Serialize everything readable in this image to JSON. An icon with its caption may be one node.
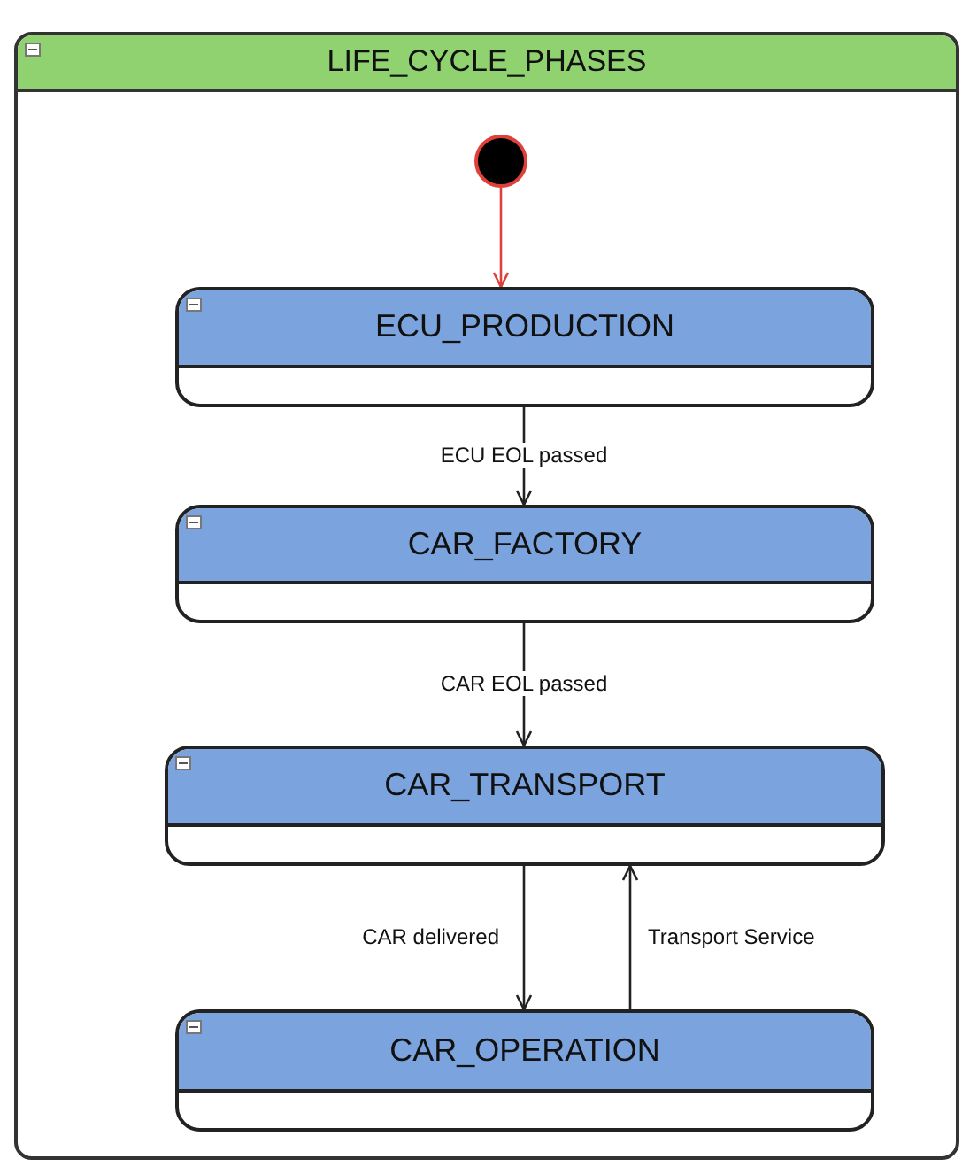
{
  "diagram": {
    "nodes": [
      {
        "text": [
          "LIFE_CYCLE_PHASES"
        ]
      },
      {
        "text": [],
        "shape": "circle",
        "in": 0
      },
      {
        "text": [
          "ECU_PRODUCTION"
        ],
        "in": 0
      },
      {
        "text": [
          "CAR_FACTORY"
        ],
        "in": 0
      },
      {
        "text": [
          "CAR_TRANSPORT"
        ],
        "in": 0
      },
      {
        "text": [
          "CAR_OPERATION"
        ],
        "in": 0
      }
    ],
    "edges": [
      {
        "from": 1,
        "to": 2,
        "arrow": "to",
        "color": "#e0403a"
      },
      {
        "from": 2,
        "to": 3,
        "arrow": "to",
        "label": "ECU EOL passed"
      },
      {
        "from": 3,
        "to": 4,
        "arrow": "to",
        "label": "CAR EOL passed"
      },
      {
        "from": 4,
        "to": 5,
        "arrow": "to",
        "label": "CAR delivered"
      },
      {
        "from": 5,
        "to": 4,
        "arrow": "to",
        "label": "Transport Service"
      }
    ]
  }
}
